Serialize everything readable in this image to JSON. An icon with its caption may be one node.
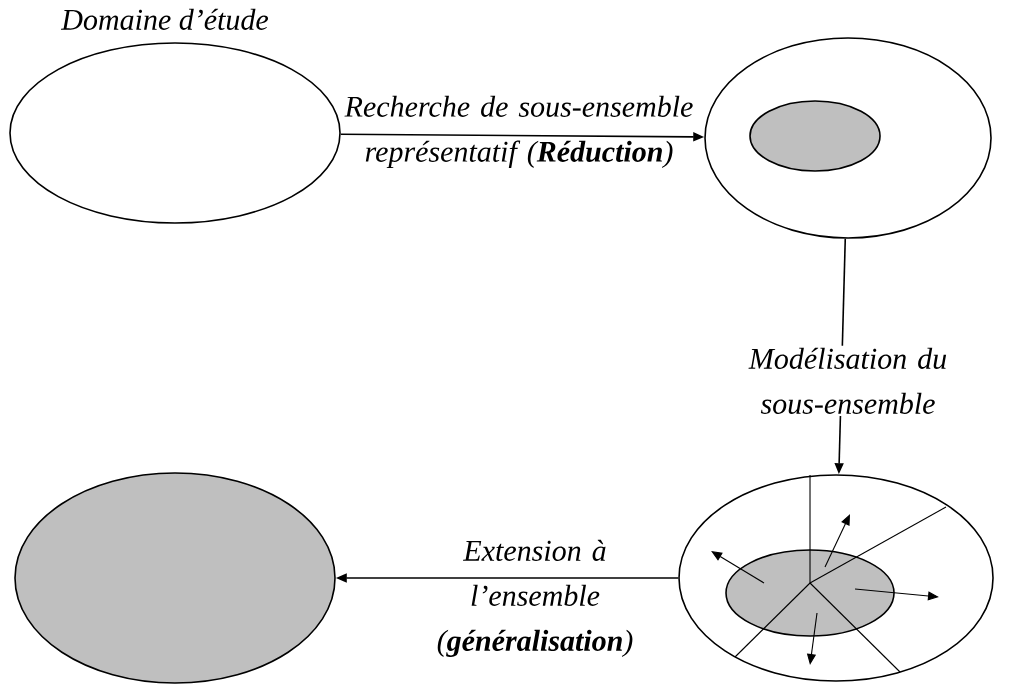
{
  "diagram": {
    "nodes": [
      {
        "text": [
          "Domaine d’étude"
        ]
      },
      {
        "text": [],
        "shape": "ellipse"
      },
      {
        "text": [],
        "shape": "ellipse",
        "in": 1
      },
      {
        "text": [],
        "shape": "ellipse"
      },
      {
        "text": [],
        "shape": "ellipse",
        "in": 3
      },
      {
        "text": [],
        "shape": "ellipse"
      }
    ],
    "edges": [
      {
        "from": 0,
        "to": 1,
        "arrow": "to",
        "label": "Recherche de sous-ensemble représentatif (**Réduction**)"
      },
      {
        "from": 1,
        "to": 3,
        "arrow": "to",
        "label": "Modélisation du sous-ensemble"
      },
      {
        "from": 3,
        "to": 5,
        "arrow": "to",
        "label": "Extension à l’ensemble (**généralisation**)"
      }
    ]
  }
}
